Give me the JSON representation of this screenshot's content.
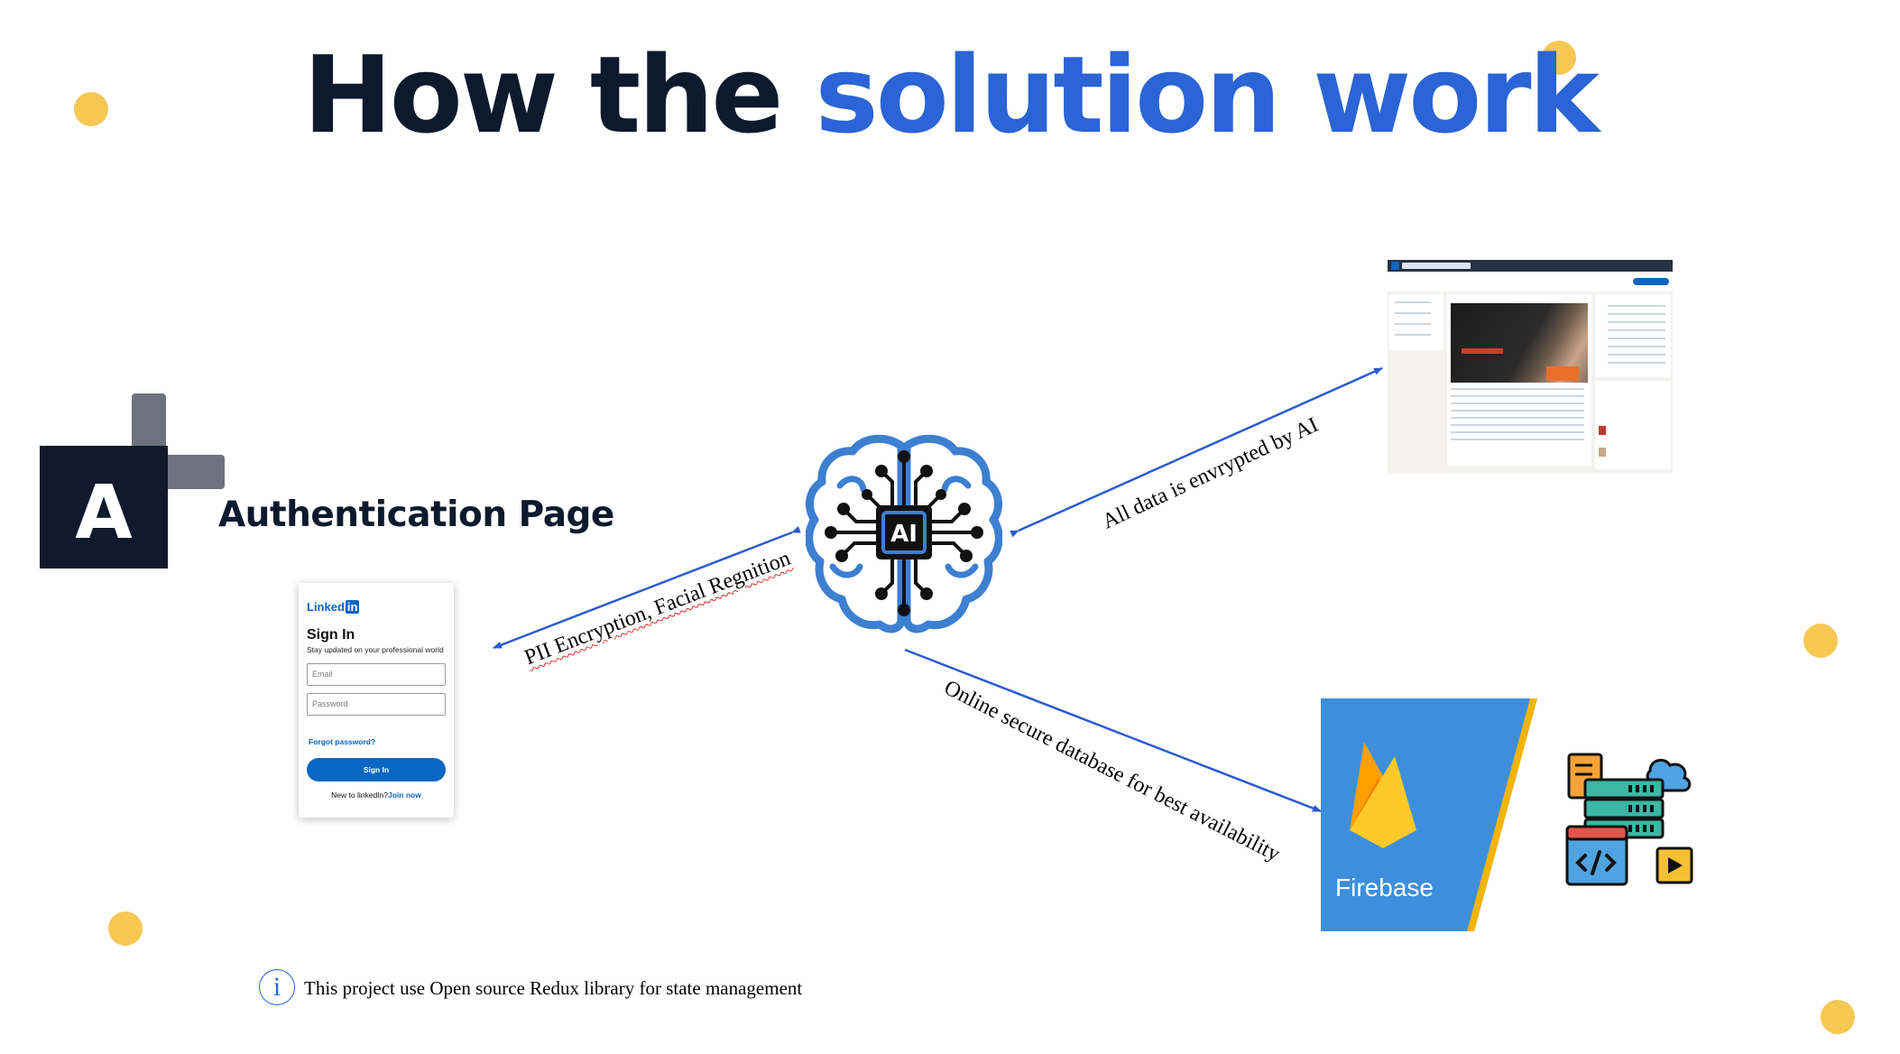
{
  "title": {
    "part1": "How the",
    "part2": "solution work"
  },
  "colors": {
    "title_dark": "#0d1a2e",
    "title_blue": "#2a64d5",
    "dot": "#f7c753",
    "arrow": "#2a5bd0",
    "firebase_blue": "#3d8fdc",
    "firebase_stripe": "#f4b400"
  },
  "auth": {
    "logo_letter": "A",
    "label": "Authentication Page"
  },
  "login_card": {
    "logo_text": "Linked",
    "logo_badge": "in",
    "title": "Sign In",
    "subtitle": "Stay updated on your professional world",
    "email_placeholder": "Email",
    "password_placeholder": "Password",
    "forgot": "Forgot password?",
    "button": "Sign In",
    "new_prefix": "New to linkedIn?",
    "join": "Join now"
  },
  "ai": {
    "chip_text": "AI"
  },
  "arrows": {
    "left": "PII Encryption, Facial Regnition",
    "right": "All data is envrypted by AI",
    "down": "Online secure database for best availability"
  },
  "firebase": {
    "label": "Firebase"
  },
  "note": {
    "icon": "i",
    "text": "This project use Open source Redux library for state management"
  }
}
